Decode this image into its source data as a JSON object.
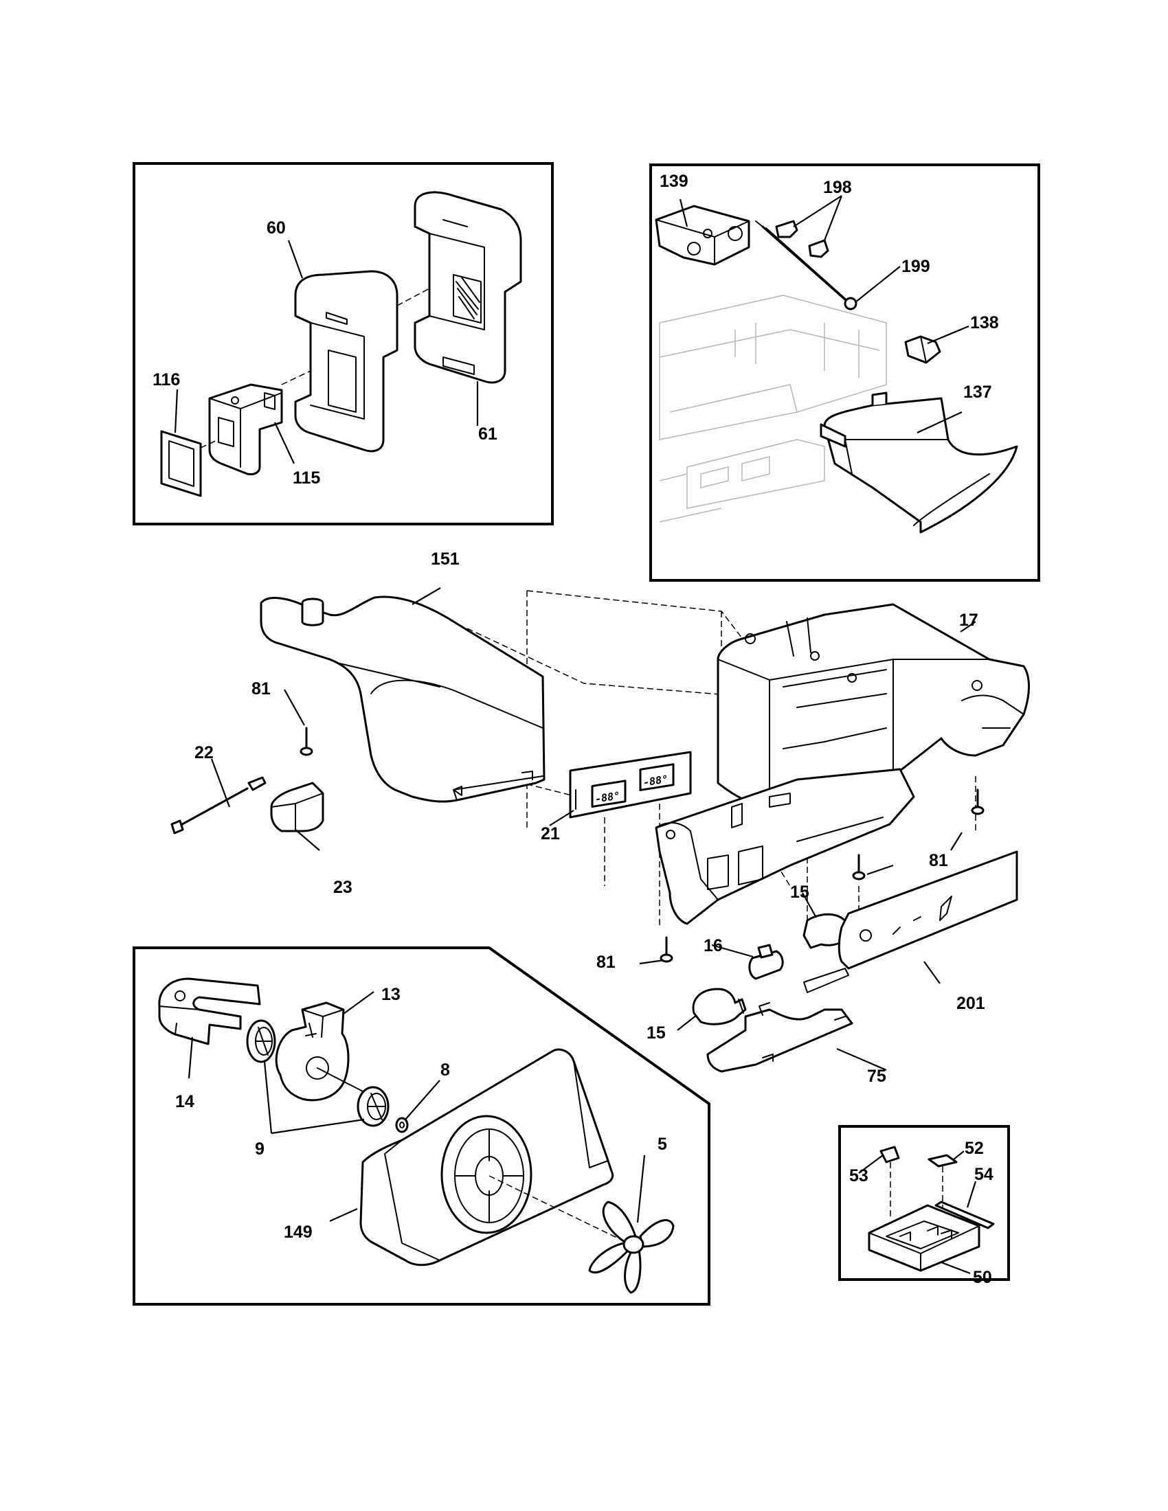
{
  "labels": {
    "l60": "60",
    "l61": "61",
    "l116": "116",
    "l115": "115",
    "l139": "139",
    "l198": "198",
    "l199": "199",
    "l138": "138",
    "l137": "137",
    "l151": "151",
    "l17": "17",
    "l81a": "81",
    "l22": "22",
    "l23": "23",
    "l21": "21",
    "l81b": "81",
    "l81c": "81",
    "l15a": "15",
    "l16": "16",
    "l201": "201",
    "l15b": "15",
    "l75": "75",
    "l13": "13",
    "l14": "14",
    "l8": "8",
    "l9": "9",
    "l5": "5",
    "l149": "149",
    "l52": "52",
    "l53": "53",
    "l54": "54",
    "l50": "50"
  },
  "display_readout": [
    "-88°",
    "-88°"
  ],
  "colors": {
    "line": "#000000",
    "ghost": "#b9b9b9",
    "background": "#ffffff"
  }
}
